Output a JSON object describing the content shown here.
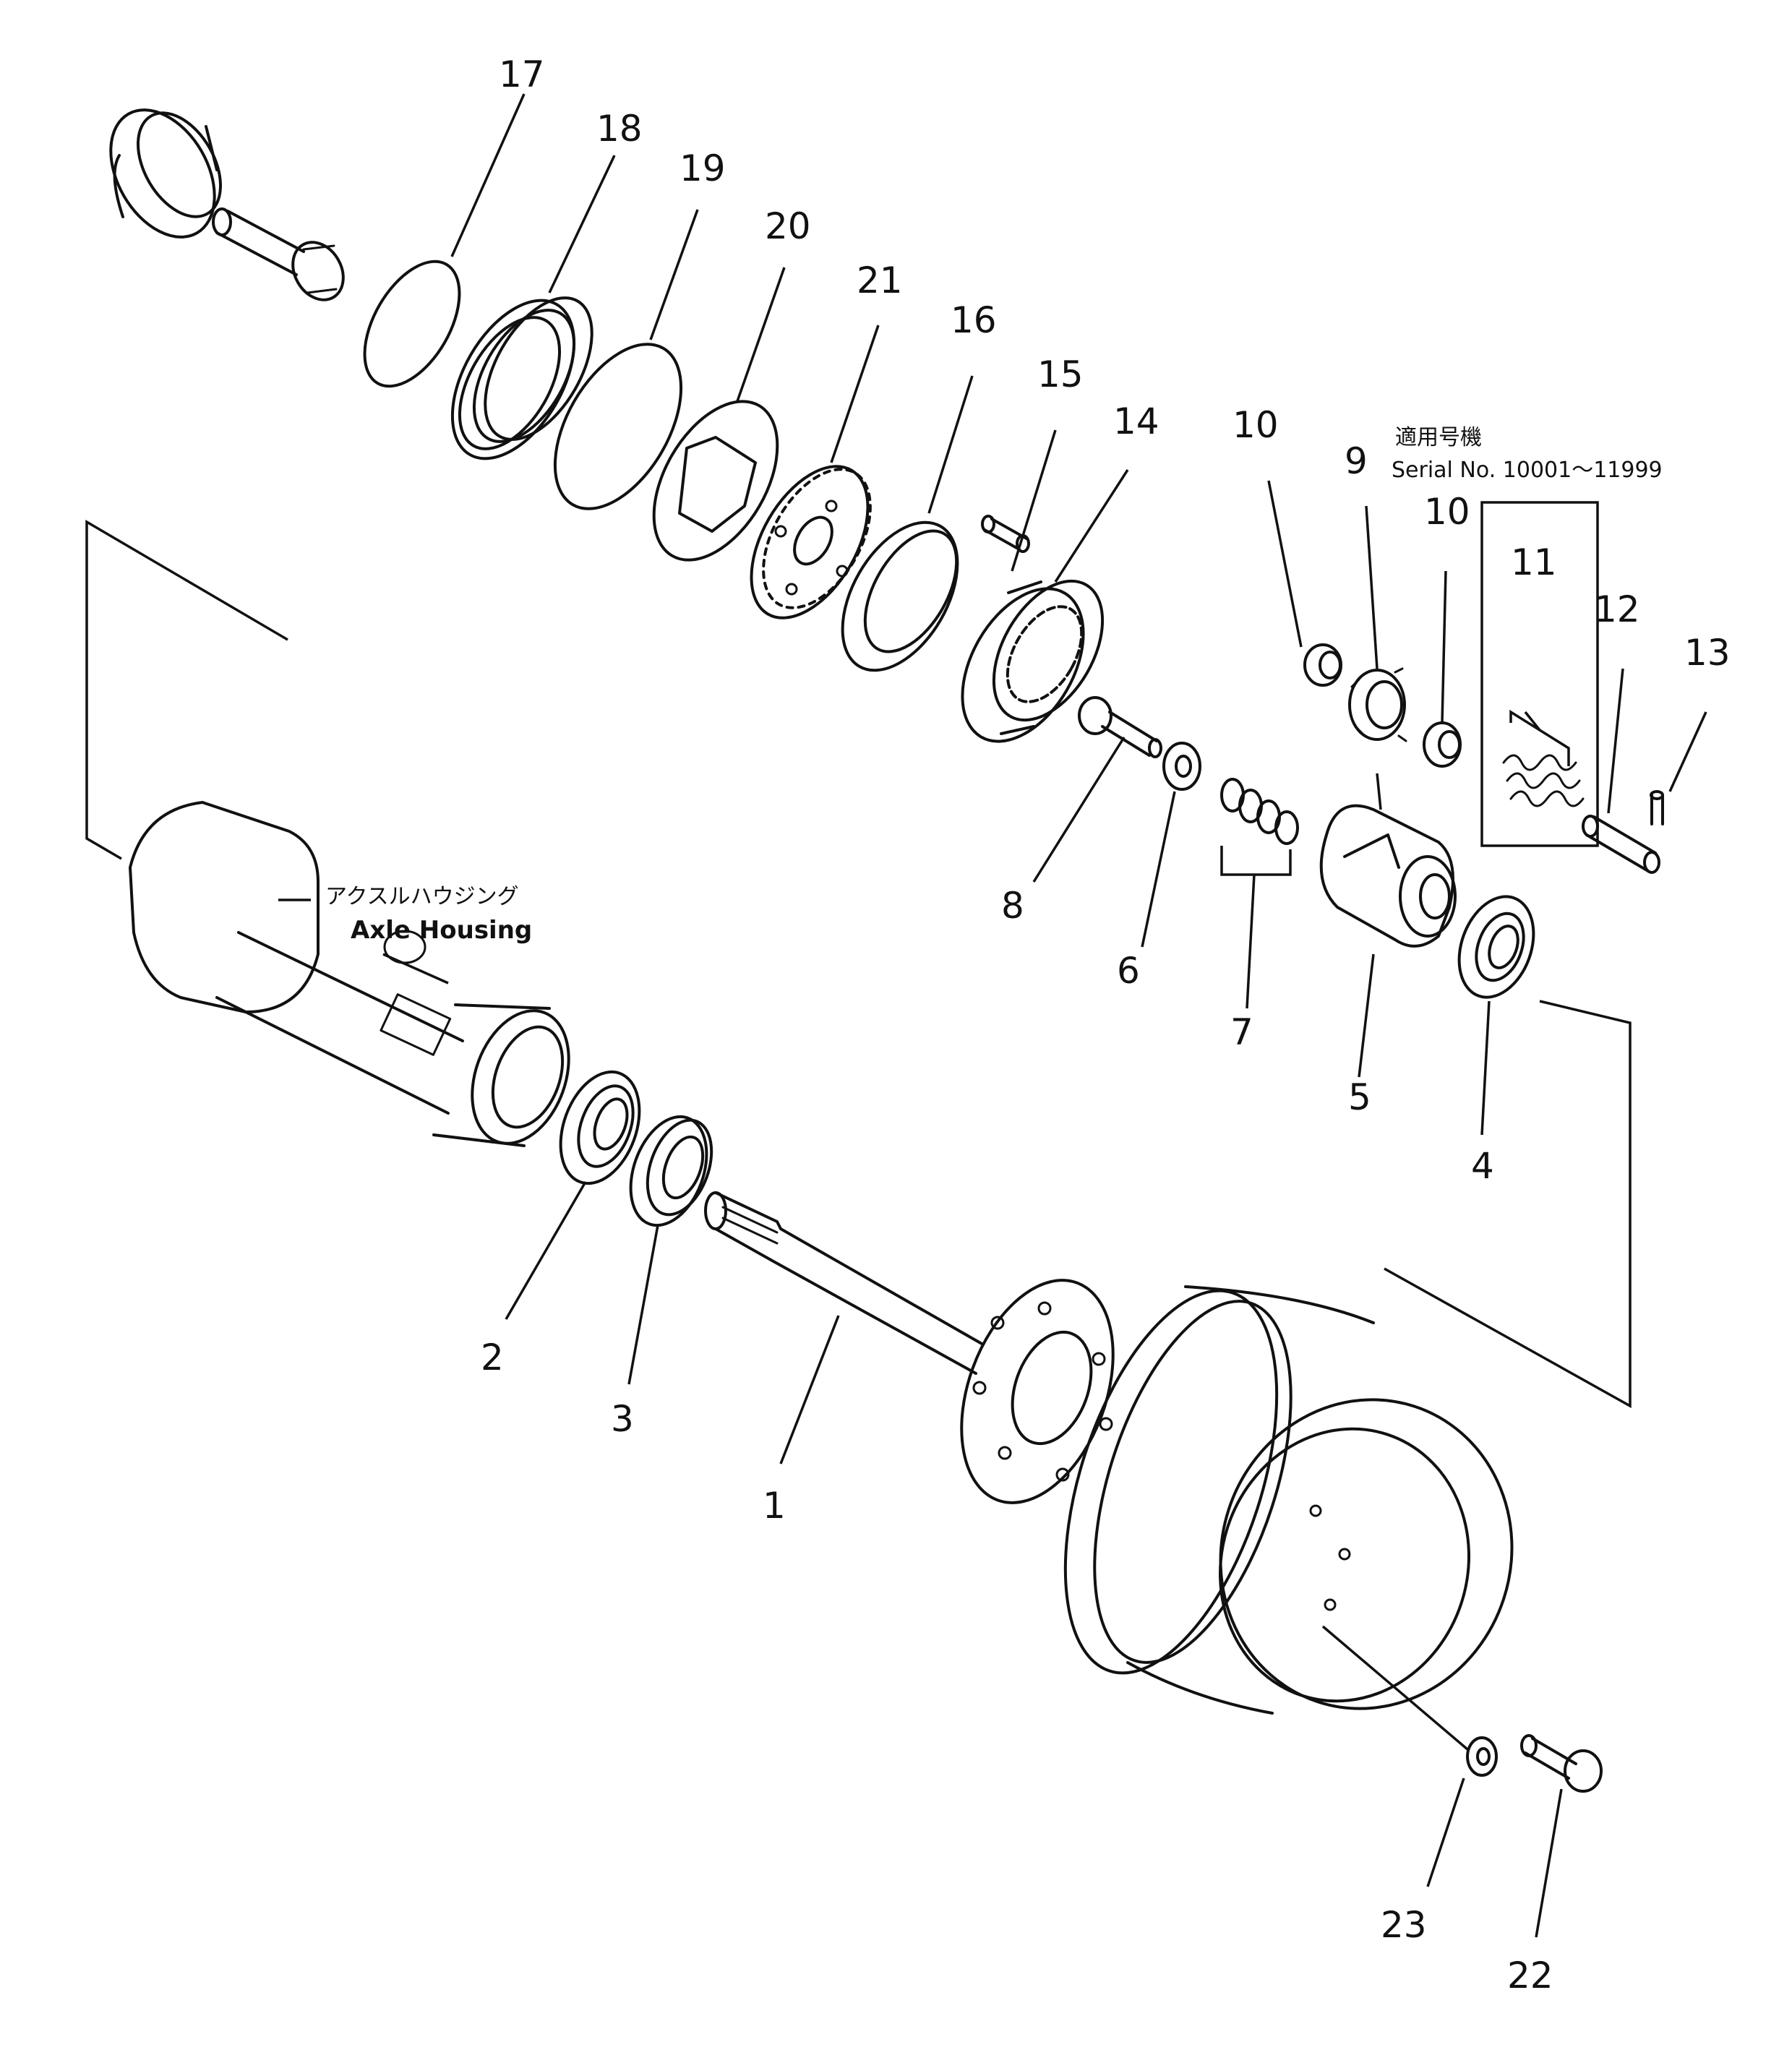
{
  "labels": {
    "housing_jp": "アクスルハウジング",
    "housing_en": "Axle Housing",
    "serial_jp": "適用号機",
    "serial_en": "Serial No. 10001～11999"
  },
  "part_numbers": {
    "p1": "1",
    "p2": "2",
    "p3": "3",
    "p4": "4",
    "p5": "5",
    "p6": "6",
    "p7": "7",
    "p8": "8",
    "p9": "9",
    "p10a": "10",
    "p10b": "10",
    "p11": "11",
    "p12": "12",
    "p13": "13",
    "p14": "14",
    "p15": "15",
    "p16": "16",
    "p17": "17",
    "p18": "18",
    "p19": "19",
    "p20": "20",
    "p21": "21",
    "p22": "22",
    "p23": "23"
  }
}
